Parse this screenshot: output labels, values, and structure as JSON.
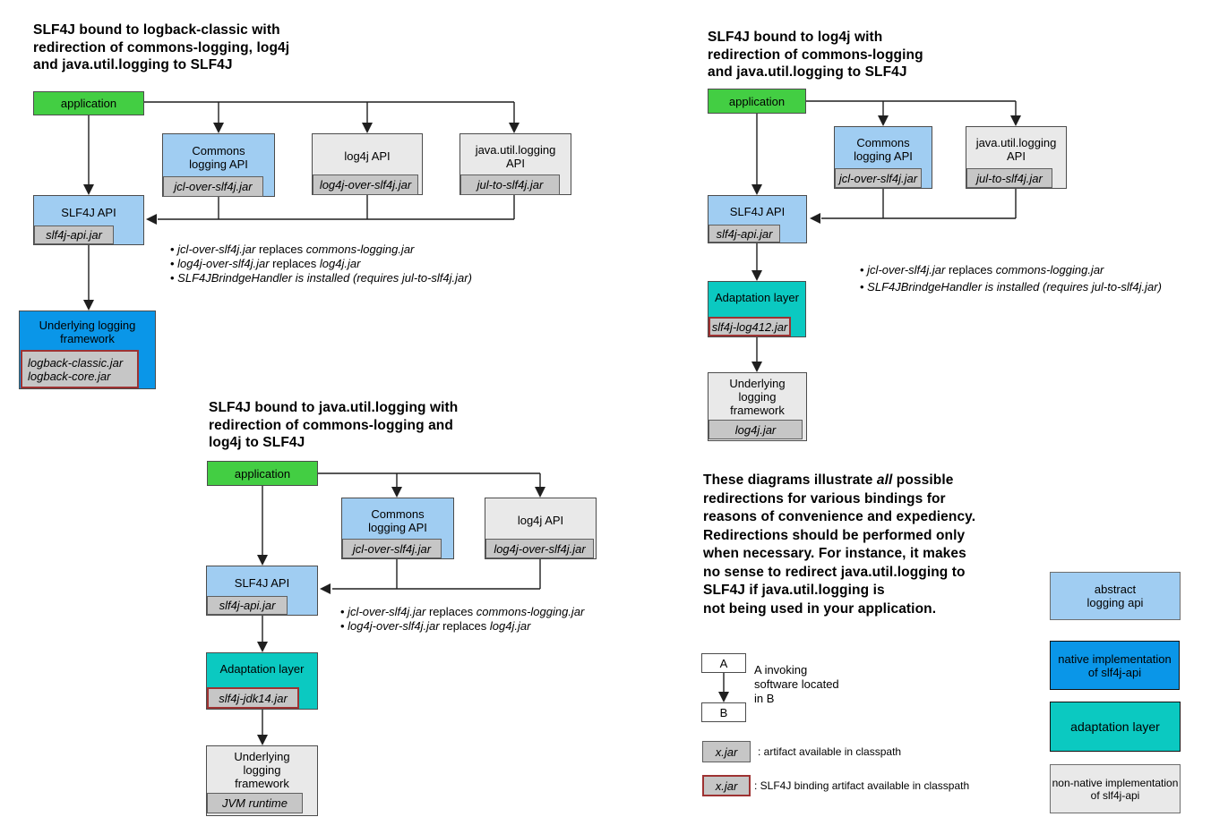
{
  "colors": {
    "green": "#43CE43",
    "light_blue": "#A0CDF2",
    "bright_blue": "#0A96E8",
    "teal": "#0BC9C1",
    "light_gray": "#E9E9E9",
    "jar_gray": "#C6C6C6",
    "red_border": "#9E3232"
  },
  "d1": {
    "title": "SLF4J bound to logback-classic with\nredirection of commons-logging, log4j\nand java.util.logging to SLF4J",
    "app": "application",
    "commons": "Commons\nlogging API",
    "commons_jar": "jcl-over-slf4j.jar",
    "log4j": "log4j API",
    "log4j_jar": "log4j-over-slf4j.jar",
    "jul": "java.util.logging\nAPI",
    "jul_jar": "jul-to-slf4j.jar",
    "slf4j": "SLF4J API",
    "slf4j_jar": "slf4j-api.jar",
    "underlying": "Underlying logging\nframework",
    "underlying_jar": "logback-classic.jar\nlogback-core.jar",
    "bullets": [
      [
        {
          "t": "• ",
          "i": false
        },
        {
          "t": "jcl-over-slf4j.jar",
          "i": true
        },
        {
          "t": " replaces ",
          "i": false
        },
        {
          "t": "commons-logging.jar",
          "i": true
        }
      ],
      [
        {
          "t": "• ",
          "i": false
        },
        {
          "t": "log4j-over-slf4j.jar",
          "i": true
        },
        {
          "t": " replaces ",
          "i": false
        },
        {
          "t": "log4j.jar",
          "i": true
        }
      ],
      [
        {
          "t": "• ",
          "i": false
        },
        {
          "t": "SLF4JBrindgeHandler is installed (requires jul-to-slf4j.jar)",
          "i": true
        }
      ]
    ]
  },
  "d2": {
    "title": "SLF4J bound to log4j with\nredirection of commons-logging\nand java.util.logging to SLF4J",
    "app": "application",
    "commons": "Commons\nlogging API",
    "commons_jar": "jcl-over-slf4j.jar",
    "jul": "java.util.logging\nAPI",
    "jul_jar": "jul-to-slf4j.jar",
    "slf4j": "SLF4J API",
    "slf4j_jar": "slf4j-api.jar",
    "adapt": "Adaptation layer",
    "adapt_jar": "slf4j-log412.jar",
    "underlying": "Underlying\nlogging\nframework",
    "underlying_jar": "log4j.jar",
    "bullets": [
      [
        {
          "t": "• ",
          "i": false
        },
        {
          "t": "jcl-over-slf4j.jar",
          "i": true
        },
        {
          "t": " replaces ",
          "i": false
        },
        {
          "t": "commons-logging.jar",
          "i": true
        }
      ],
      [
        {
          "t": "• ",
          "i": false
        },
        {
          "t": "SLF4JBrindgeHandler is installed (requires jul-to-slf4j.jar)",
          "i": true
        }
      ]
    ]
  },
  "d3": {
    "title": "SLF4J bound to java.util.logging with\nredirection of commons-logging and\nlog4j to SLF4J",
    "app": "application",
    "commons": "Commons\nlogging API",
    "commons_jar": "jcl-over-slf4j.jar",
    "log4j": "log4j API",
    "log4j_jar": "log4j-over-slf4j.jar",
    "slf4j": "SLF4J API",
    "slf4j_jar": "slf4j-api.jar",
    "adapt": "Adaptation layer",
    "adapt_jar": "slf4j-jdk14.jar",
    "underlying": "Underlying\nlogging\nframework",
    "underlying_jar": "JVM runtime",
    "bullets": [
      [
        {
          "t": "• ",
          "i": false
        },
        {
          "t": "jcl-over-slf4j.jar",
          "i": true
        },
        {
          "t": " replaces ",
          "i": false
        },
        {
          "t": "commons-logging.jar",
          "i": true
        }
      ],
      [
        {
          "t": "• ",
          "i": false
        },
        {
          "t": "log4j-over-slf4j.jar",
          "i": true
        },
        {
          "t": " replaces ",
          "i": false
        },
        {
          "t": "log4j.jar",
          "i": true
        }
      ]
    ]
  },
  "note": {
    "segments": [
      {
        "t": "These diagrams illustrate ",
        "i": false
      },
      {
        "t": "all",
        "i": true
      },
      {
        "t": " possible\nredirections for various bindings for\nreasons of convenience and expediency.\nRedirections should be performed only\nwhen necessary. For instance, it makes\nno sense to redirect java.util.logging to\nSLF4J if java.util.logging is\nnot being used in your application.",
        "i": false
      }
    ]
  },
  "legend": {
    "invoke": {
      "a": "A",
      "b": "B",
      "caption": "A invoking\nsoftware located\nin B"
    },
    "artifact": {
      "jar": "x.jar",
      "caption": ": artifact available in classpath"
    },
    "binding": {
      "jar": "x.jar",
      "caption": ": SLF4J binding artifact available in classpath"
    },
    "colorkey": {
      "abstract": "abstract\nlogging api",
      "native": "native implementation\nof slf4j-api",
      "adaptation": "adaptation layer",
      "nonnative": "non-native implementation\nof slf4j-api"
    }
  }
}
